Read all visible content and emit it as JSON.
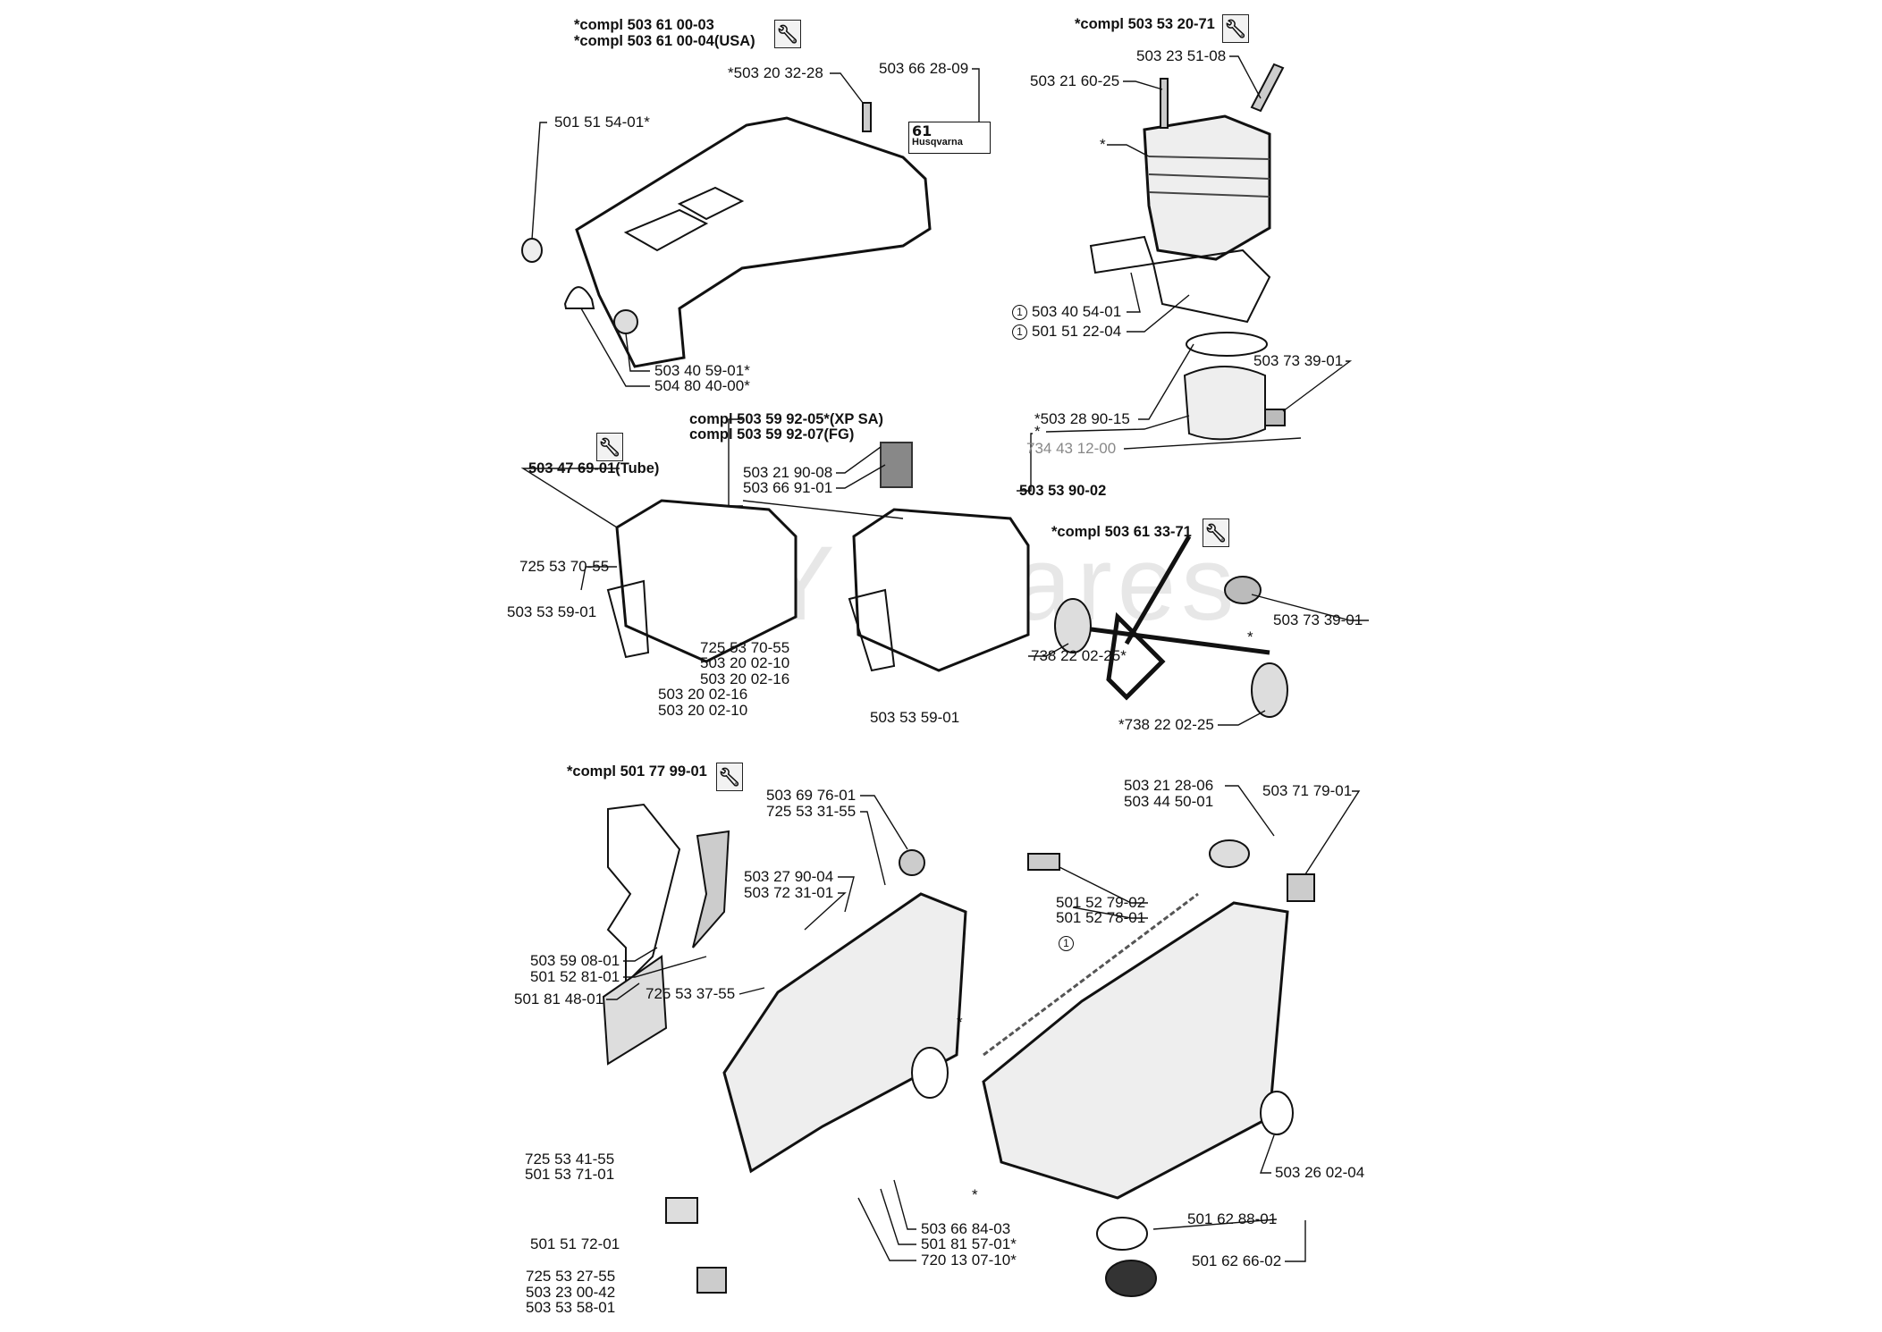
{
  "watermark": "DIY Spares",
  "wrench_icon": "wrench-icon",
  "decal": {
    "model": "61",
    "brand": "Husqvarna"
  },
  "top_cover": {
    "compl_1": "*compl 503 61 00-03",
    "compl_2": "*compl 503 61 00-04(USA)",
    "screw": "*503 20 32-28",
    "decal_part": "503 66 28-09",
    "plug": "501 51 54-01*",
    "grommet": "503 40 59-01*",
    "cover_seal": "504 80 40-00*"
  },
  "cylinder": {
    "compl": "*compl 503 53 20-71",
    "spark_plug": "503 23 51-08",
    "bolt": "503 21 60-25",
    "star": "*",
    "gasket_1_marker": "1",
    "gasket_1": "503 40 54-01",
    "gasket_2_marker": "1",
    "gasket_2": "501 51 22-04",
    "needle_bearing": "503 73 39-01",
    "ring": "*503 28 90-15",
    "piston_star": "*",
    "circlip": "734 43 12-00",
    "piston_kit": "503 53 90-02"
  },
  "muffler": {
    "compl_1": "compl 503 59 92-05*(XP SA)",
    "compl_2": "compl 503 59 92-07(FG)",
    "tube": "503 47 69-01(Tube)",
    "screen_screw": "503 21 90-08",
    "screen": "503 66 91-01",
    "left_screw": "725 53 70-55",
    "left_bracket": "503 53 59-01",
    "right_screw": "725 53 70-55",
    "right_bolt_10": "503 20 02-10",
    "right_bolt_16": "503 20 02-16",
    "left_bolt_16": "503 20 02-16",
    "left_bolt_10": "503 20 02-10",
    "right_bracket": "503 53 59-01"
  },
  "crankshaft": {
    "compl": "*compl 503 61 33-71",
    "needle_bearing": "503 73 39-01",
    "star": "*",
    "bearing_left": "738 22 02-25*",
    "bearing_right": "*738 22 02-25"
  },
  "crankcase": {
    "compl": "*compl 501 77 99-01",
    "mount": "503 69 76-01",
    "mount_screw": "725 53 31-55",
    "buffer": "503 27 90-04",
    "buffer_2": "503 72 31-01",
    "spike_outer": "503 59 08-01",
    "spike_inner": "501 52 81-01",
    "long_screw": "725 53 37-55",
    "bar_plate": "501 81 48-01",
    "star_left": "*",
    "tension_screw": "725 53 41-55",
    "tension_nut": "501 53 71-01",
    "catcher": "501 51 72-01",
    "catch_screw": "725 53 27-55",
    "washer": "503 23 00-42",
    "catch": "503 53 58-01",
    "stud": "503 66 84-03",
    "tensioner": "501 81 57-01*",
    "pin": "720 13 07-10*",
    "plug_screw": "503 21 28-06",
    "tank_vent": "503 44 50-01",
    "switch": "503 71 79-01",
    "filter": "501 52 79-02",
    "grommet": "501 52 78-01",
    "gasket_marker": "1",
    "star_right": "*",
    "seal": "503 26 02-04",
    "cap_seal": "501 62 88-01",
    "cap": "501 62 66-02"
  }
}
